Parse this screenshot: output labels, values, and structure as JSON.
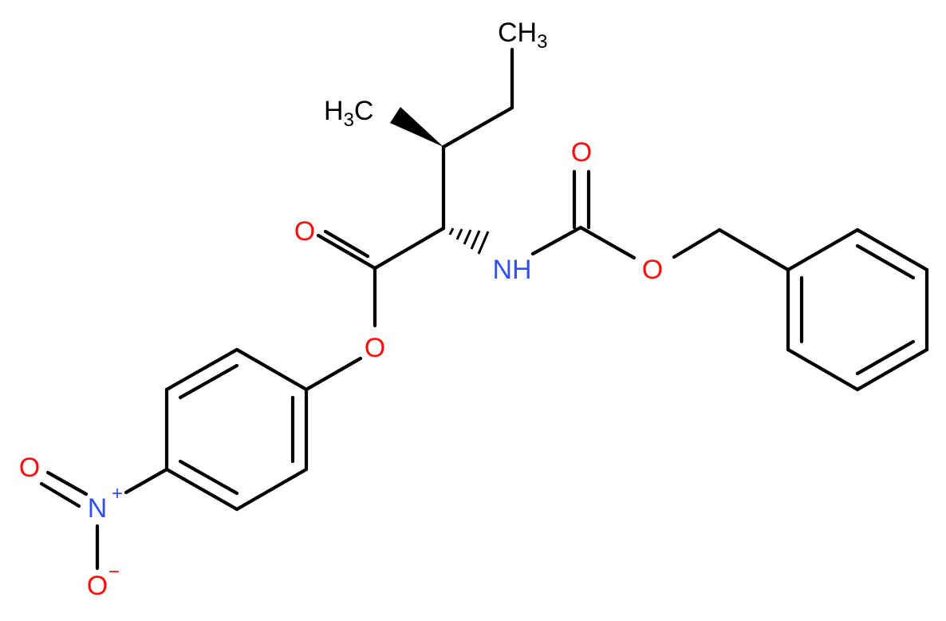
{
  "colors": {
    "background": "#ffffff",
    "bond": "#000000",
    "oxygen": "#ff0d0d",
    "nitrogen": "#3050f8"
  },
  "atoms": {
    "ch3_top": {
      "main": "CH",
      "sub": "3"
    },
    "ch3_left": {
      "main": "H",
      "sub": "3",
      "tail": "C"
    },
    "o_carbamate_carbonyl": "O",
    "o_ester_carbonyl": "O",
    "nh": "NH",
    "o_carbamate_ether": "O",
    "o_ester_ether": "O",
    "o_nitro_top": "O",
    "n_nitro": "N",
    "n_nitro_charge": "+",
    "o_nitro_bottom": "O",
    "o_nitro_bottom_charge": "−"
  }
}
